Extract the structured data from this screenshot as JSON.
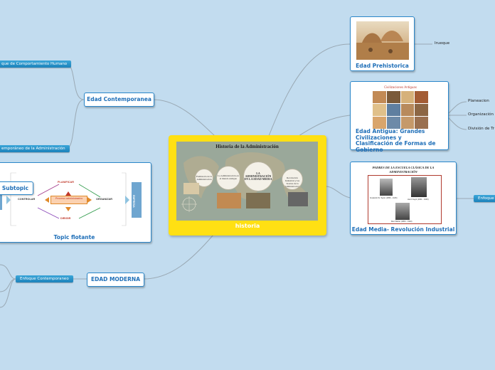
{
  "central": {
    "label": "historia",
    "slide_title": "Historia de la Administración",
    "slide_circles": [
      "Prehistoria de la Administración",
      "La Administración en el mundo Antiguo",
      "LA ADMINISTRACIÓN EN LA EDAD MEDIA",
      "Revolución Industrial y las Teorías de la Administración"
    ]
  },
  "topics": {
    "prehistorica": {
      "title": "Edad Prehistorica",
      "sub": "Irueque"
    },
    "antigua": {
      "title": "Edad Antigua: Grandes Civilizaciones y Clasificación de Formas de Gobierno",
      "image_caption": "Civilizaciones Antiguas",
      "subs": [
        "Planeacion",
        "Organización",
        "División de Tr"
      ]
    },
    "media": {
      "title": "Edad Media- Revolución Industrial",
      "image_caption": "PADRES DE LA ESCUELA CLÁSICA DE LA ADMINISTRACIÓN",
      "portraits": [
        "Frederick W. Taylor (1856 - 1915)",
        "Henri Fayol (1841 - 1925)",
        "Max Weber (1864 - 1920)"
      ],
      "sub": "Enfoque C"
    },
    "contemporanea": {
      "title": "Edad Contemporanea",
      "subs": [
        "que de Comportamiento Humano",
        "emporáneo de la Administración"
      ]
    },
    "moderna": {
      "title": "EDAD MODERNA",
      "sub": "Enfoque Contemporaneo"
    },
    "floating": {
      "title": "Topic flotante",
      "subtopic": "Subtopic",
      "diagram_center": "Proceso administrativo",
      "diagram_labels": [
        "PLANIFICAR",
        "ORGANIZAR",
        "CONTROLAR",
        "DIRIGIR"
      ],
      "diagram_side": "EMPRESA"
    }
  },
  "colors": {
    "background": "#c2dcef",
    "central": "#ffe013",
    "accent": "#1f6fb8",
    "tag": "#1c82bb",
    "connector": "#9aa9b4"
  }
}
